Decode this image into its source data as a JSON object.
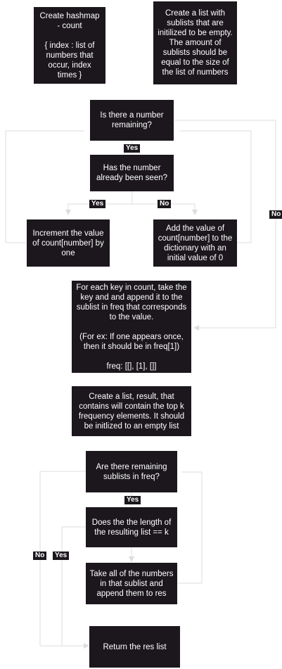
{
  "nodes": {
    "create_hashmap": "Create hashmap - count\n\n{ index : list of numbers that occur, index times }",
    "create_sublists": "Create a list with sublists that are initilized to be empty. The amount of sublists should be equal to the size of the list of numbers",
    "number_remaining": "Is there a number remaining?",
    "already_seen": "Has the number already been seen?",
    "increment": "Increment the value of count[number] by one",
    "add_value": "Add the value of count[number] to the dictionary with an initial value of 0",
    "each_key": "For each key in count, take the key and and append it to the sublist in freq that corresponds to the value.\n\n(For ex: If one appears once, then it should be in freq[1])\n\nfreq: [[], [1], []]",
    "create_result": "Create a list, result, that contains will contain the top k frequency elements. It should be initlized to an empty list",
    "remaining_sublists": "Are there remaining sublists in freq?",
    "length_check": "Does the the length of the resulting list == k",
    "take_numbers": "Take all of the numbers in that sublist and append them to res",
    "return_res": "Return the res list"
  },
  "labels": {
    "yes_1": "Yes",
    "yes_2": "Yes",
    "no_1": "No",
    "no_2": "No",
    "yes_3": "Yes",
    "no_3": "No",
    "yes_4": "Yes"
  },
  "colors": {
    "box_fill": "#1b171c",
    "text": "#ffffff",
    "edge": "#dddddd"
  }
}
